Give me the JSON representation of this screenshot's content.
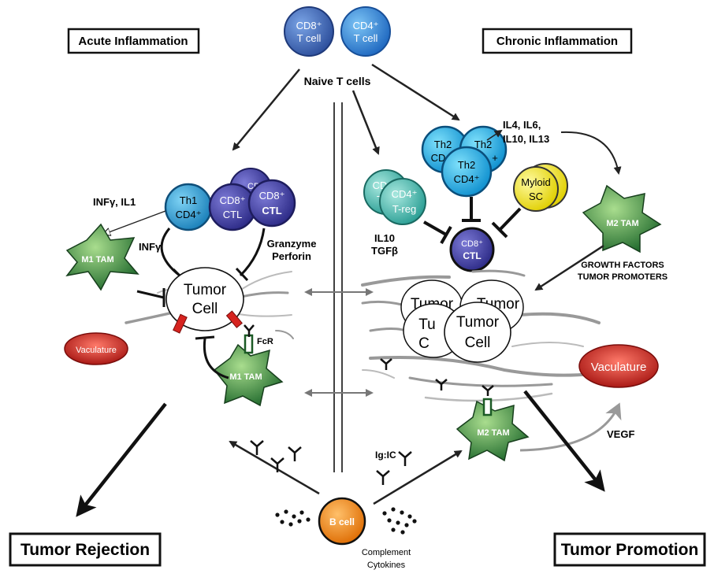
{
  "headings": {
    "acute": "Acute Inflammation",
    "chronic": "Chronic Inflammation",
    "rejection": "Tumor Rejection",
    "promotion": "Tumor Promotion"
  },
  "naive": {
    "cd8": [
      "CD8⁺",
      "T cell"
    ],
    "cd4": [
      "CD4⁺",
      "T cell"
    ],
    "label": "Naive T cells"
  },
  "left": {
    "th1": [
      "Th1",
      "CD4⁺"
    ],
    "ctl_back": "CD",
    "ctl_mid": [
      "CD8⁺",
      "CTL"
    ],
    "ctl_front": [
      "CD8⁺",
      "CTL"
    ],
    "infg_il1": "INFγ, IL1",
    "infg": "INFγ",
    "granzyme": [
      "Granzyme",
      "Perforin"
    ],
    "m1_tam_top": "M1 TAM",
    "m1_tam_bottom": "M1 TAM",
    "fcr": "FcR",
    "tumor": [
      "Tumor",
      "Cell"
    ],
    "vasculature": "Vaculature"
  },
  "right": {
    "th2_back1": [
      "Th2",
      "CD"
    ],
    "th2_back2": [
      "Th2",
      "+"
    ],
    "th2_front": [
      "Th2",
      "CD4⁺"
    ],
    "cytokines": [
      "IL4, IL6,",
      "IL10, IL13"
    ],
    "treg_back": [
      "CD",
      "T"
    ],
    "treg_front": [
      "CD4⁺",
      "T-reg"
    ],
    "il10": [
      "IL10",
      "TGFβ"
    ],
    "myeloid": [
      "Myloid",
      "SC"
    ],
    "ctl": [
      "CD8⁺",
      "CTL"
    ],
    "m2_tam_top": "M2 TAM",
    "growth": [
      "GROWTH FACTORS",
      "TUMOR PROMOTERS"
    ],
    "tumor_back1": [
      "Tumor",
      ""
    ],
    "tumor_back2": [
      "Tumor",
      ""
    ],
    "tumor_back3": [
      "Tu",
      "C"
    ],
    "tumor_front": [
      "Tumor",
      "Cell"
    ],
    "vasculature": "Vaculature",
    "m2_tam_bottom": "M2 TAM",
    "vegf": "VEGF"
  },
  "bottom": {
    "bcell": "B cell",
    "igic": "Ig:IC",
    "complement": "Complement",
    "cytokines": "Cytokines"
  },
  "colors": {
    "naive_cd8": "#3a66b8",
    "naive_cd4": "#2f86d6",
    "th1": "#2fa3dc",
    "ctl": "#3d3d9e",
    "th2": "#1ba9e6",
    "treg": "#3bb3a8",
    "myeloid": "#f3e400",
    "tam": "#2f8a3e",
    "vasculature": "#d6231f",
    "bcell": "#f08a1a"
  }
}
